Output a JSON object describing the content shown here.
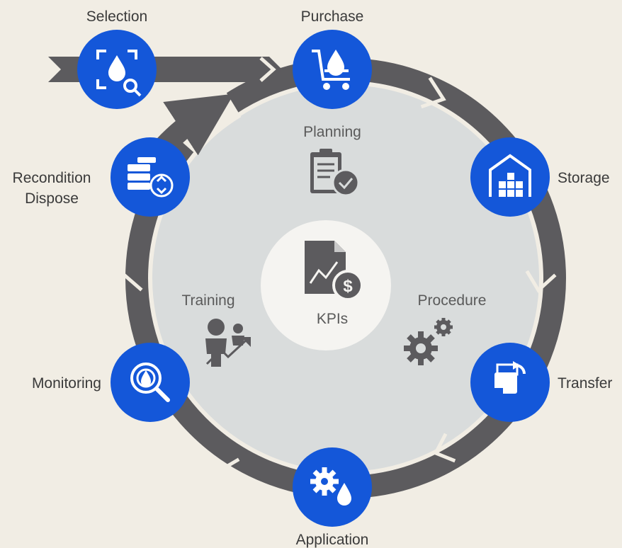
{
  "colors": {
    "background": "#f1ede4",
    "ring": "#5c5b5e",
    "inner_disc": "#d9dcdc",
    "center_disc": "#f5f4f1",
    "node": "#1457d9",
    "node_icon": "#ffffff",
    "inner_icon": "#5c5b5e",
    "label": "#3a3a3a"
  },
  "center": {
    "label": "KPIs",
    "icon": "document-chart-dollar-icon"
  },
  "stages": [
    {
      "label": "Selection",
      "icon": "droplet-search-icon"
    },
    {
      "label": "Purchase",
      "icon": "cart-droplet-icon"
    },
    {
      "label": "Storage",
      "icon": "warehouse-icon"
    },
    {
      "label": "Transfer",
      "icon": "transfer-container-icon"
    },
    {
      "label": "Application",
      "icon": "gear-droplet-icon"
    },
    {
      "label": "Monitoring",
      "icon": "droplet-magnifier-icon"
    },
    {
      "label": "Recondition",
      "label2": "Dispose",
      "icon": "barrels-recycle-icon"
    }
  ],
  "inner": [
    {
      "label": "Planning",
      "icon": "clipboard-check-icon"
    },
    {
      "label": "Training",
      "icon": "trainer-growth-icon"
    },
    {
      "label": "Procedure",
      "icon": "gears-icon"
    }
  ]
}
